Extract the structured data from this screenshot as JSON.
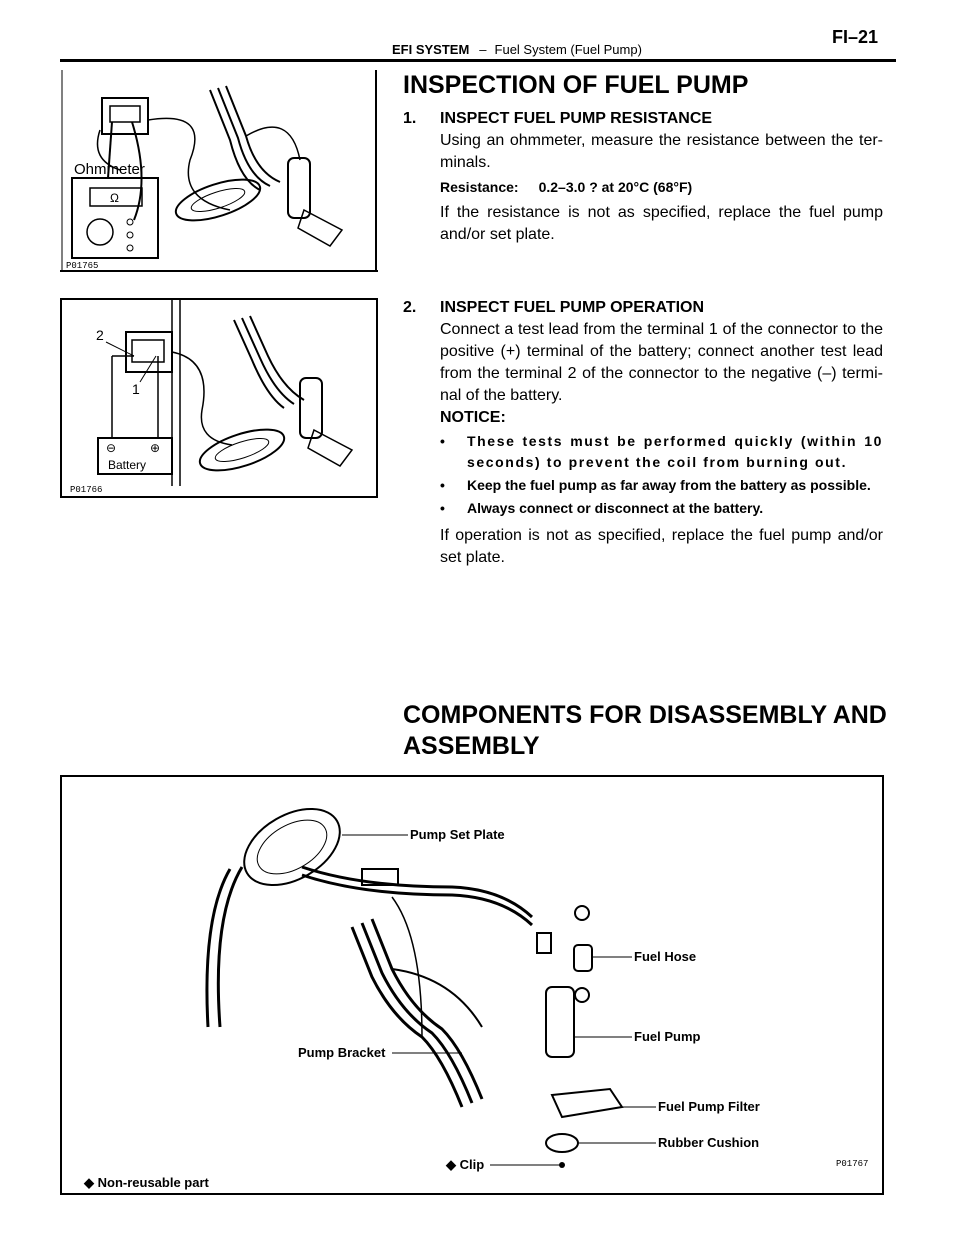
{
  "header": {
    "system": "EFI SYSTEM",
    "separator": "–",
    "section": "Fuel System (Fuel Pump)",
    "page": "FI–21"
  },
  "inspection": {
    "title": "INSPECTION OF FUEL PUMP",
    "step1": {
      "number": "1.",
      "heading": "INSPECT FUEL PUMP RESISTANCE",
      "text": "Using an ohmmeter, measure the resistance between the ter- minals.",
      "spec_label": "Resistance:",
      "spec_value": "0.2–3.0 ? at 20°C (68°F)",
      "followup": "If the resistance is not as specified, replace the fuel pump and/or set plate."
    },
    "step2": {
      "number": "2.",
      "heading": "INSPECT FUEL PUMP OPERATION",
      "text": "Connect a test lead from the terminal 1 of the connector to the positive (+) terminal of the battery; connect another test lead from the terminal 2 of the connector to the negative (–) termi- nal of the battery.",
      "notice_label": "NOTICE:",
      "notices": [
        "These tests must be performed quickly (within 10 seconds) to prevent the coil from burning out.",
        "Keep the fuel pump as far away from the battery as possible.",
        "Always connect or disconnect at the battery."
      ],
      "followup": "If operation is not as specified, replace the fuel pump and/or set plate."
    }
  },
  "components": {
    "title": "COMPONENTS FOR DISASSEMBLY AND ASSEMBLY"
  },
  "figures": {
    "ohmmeter": {
      "code": "P01765",
      "label": "Ohmmeter",
      "symbol": "Ω"
    },
    "battery": {
      "code": "P01766",
      "label": "Battery",
      "terminal1": "1",
      "terminal2": "2",
      "neg": "⊖",
      "pos": "⊕"
    },
    "exploded": {
      "code": "P01767",
      "labels": {
        "set_plate": "Pump Set Plate",
        "fuel_hose": "Fuel Hose",
        "fuel_pump": "Fuel Pump",
        "bracket": "Pump Bracket",
        "filter": "Fuel Pump Filter",
        "cushion": "Rubber Cushion",
        "clip": "Clip"
      },
      "legend_symbol": "◆",
      "legend": "Non-reusable part"
    }
  }
}
